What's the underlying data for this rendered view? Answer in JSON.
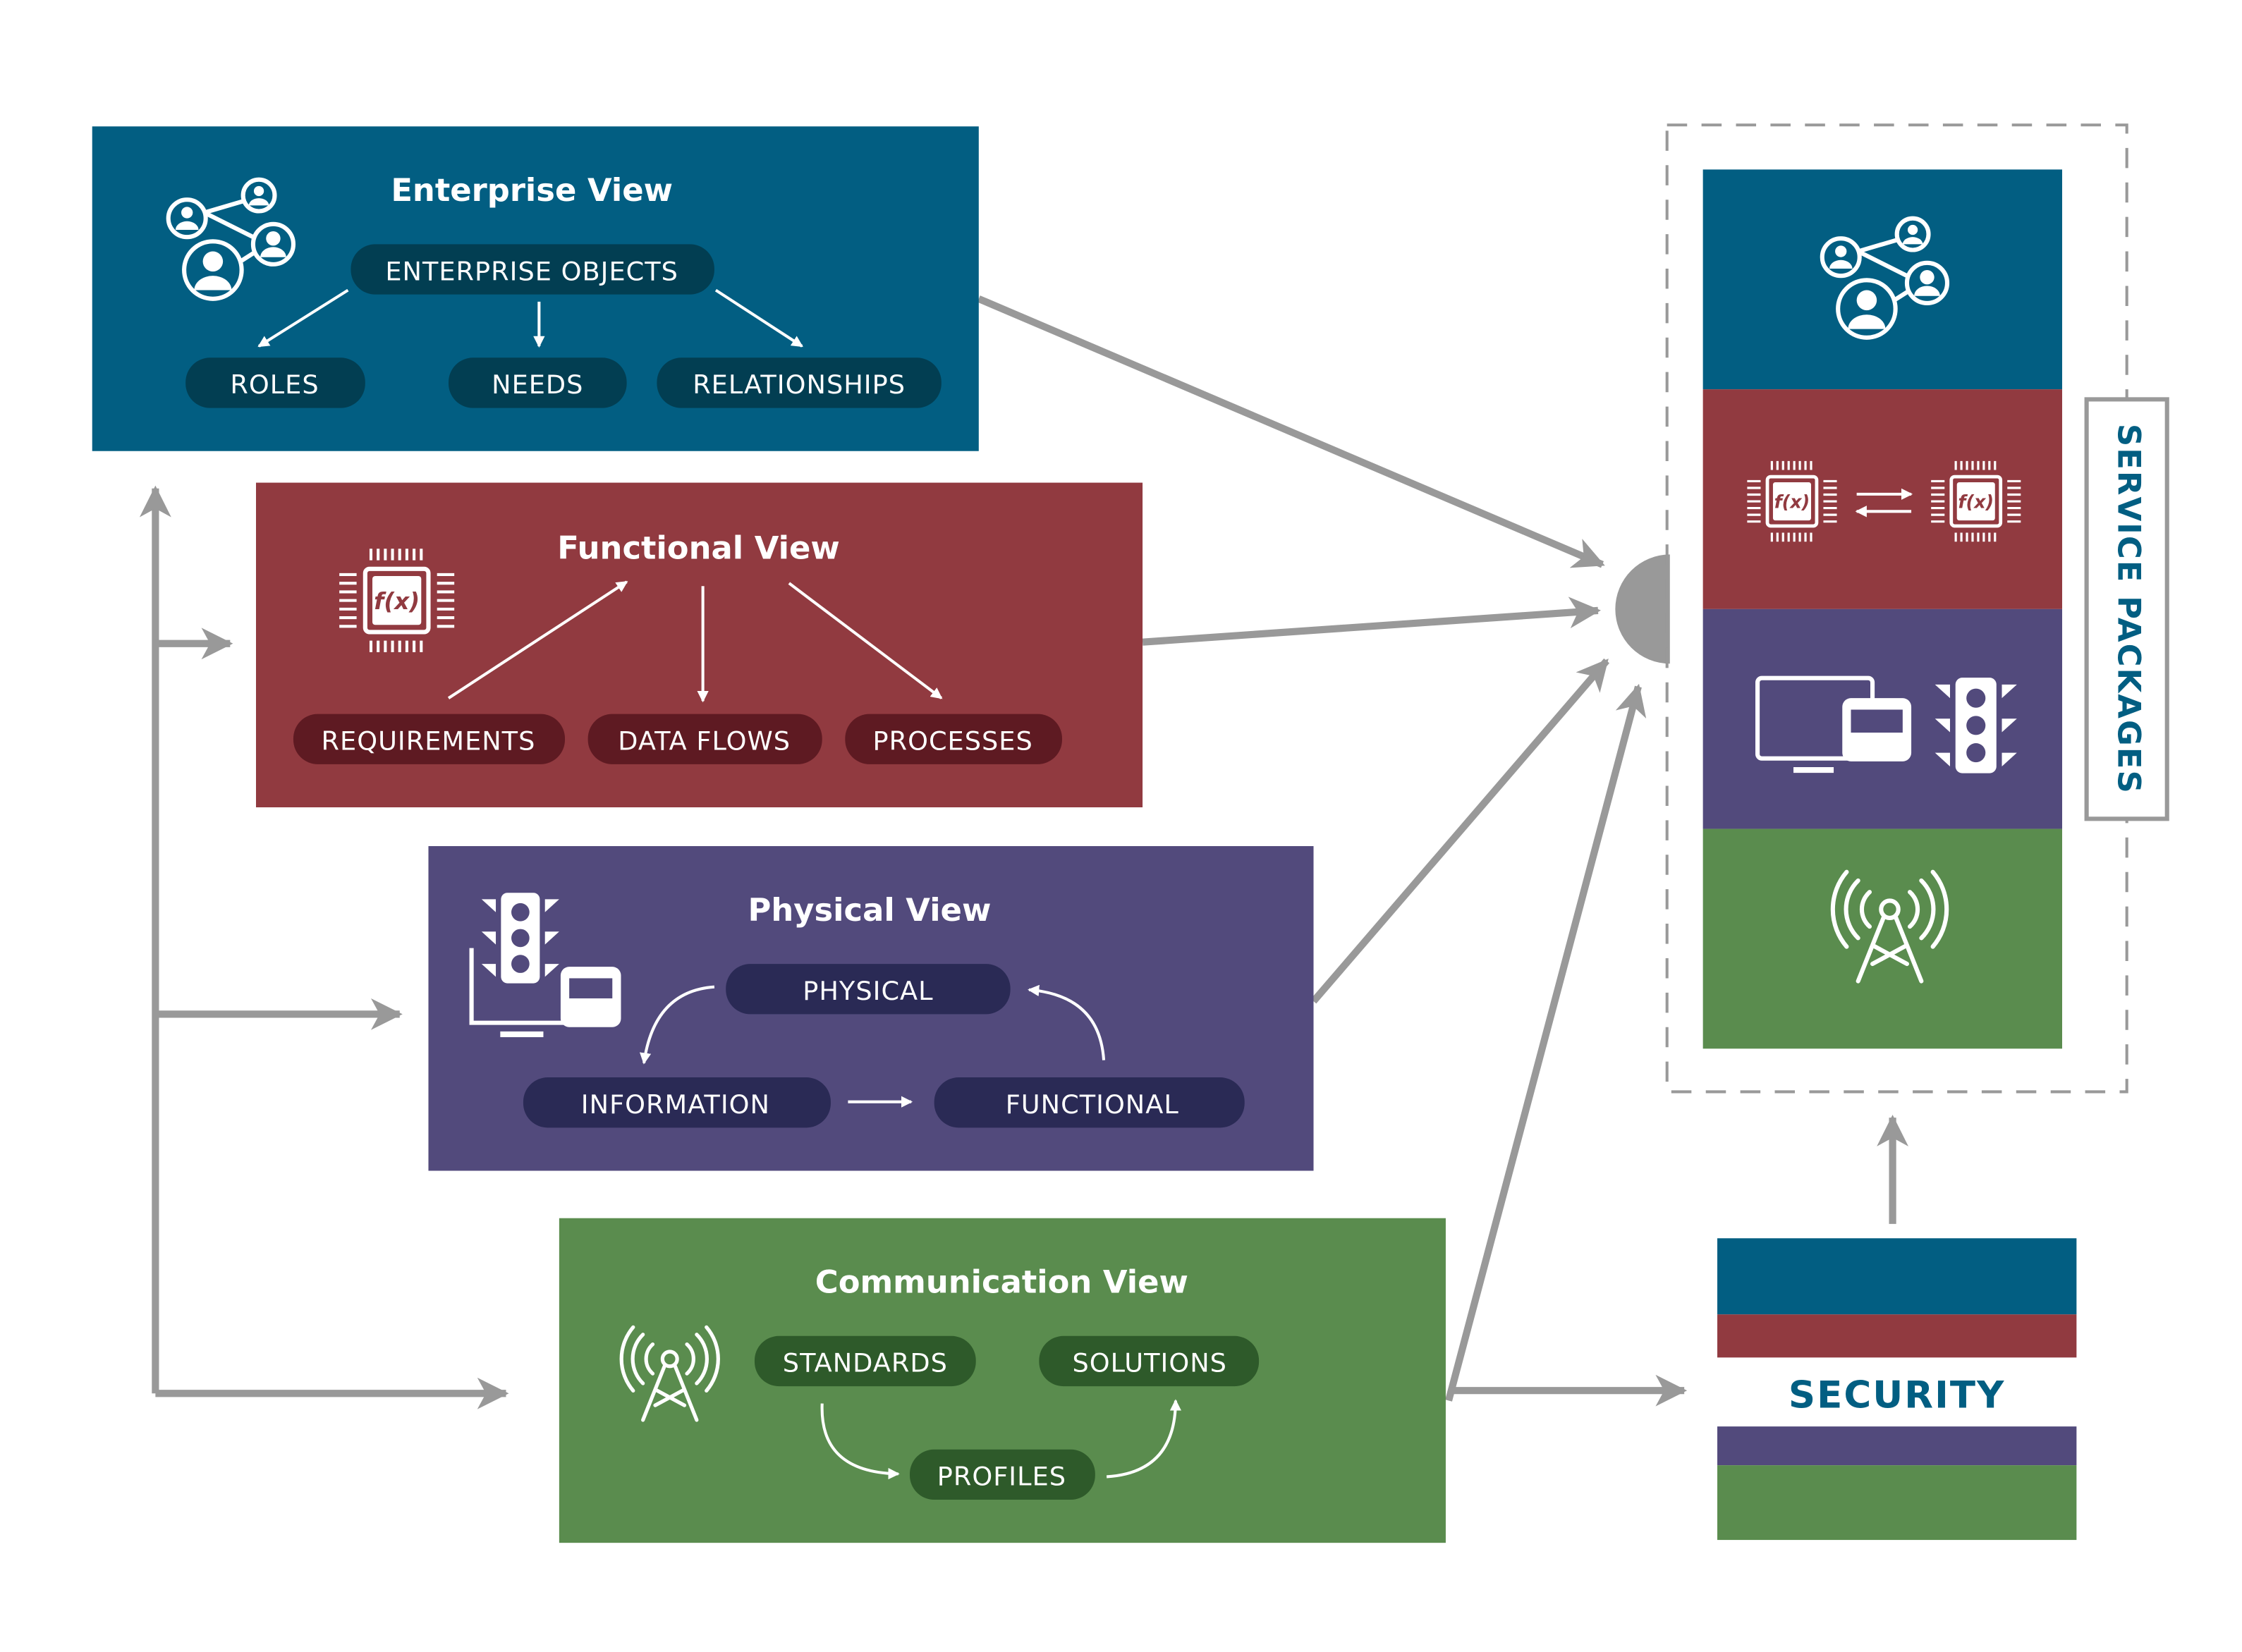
{
  "colors": {
    "enterprise": "#025e82",
    "functional": "#913a40",
    "physical": "#524a7c",
    "communication": "#5a8c4e",
    "arrow": "#999999",
    "label": "#025e82"
  },
  "enterprise": {
    "title": "Enterprise View",
    "objects": "ENTERPRISE OBJECTS",
    "items": [
      "ROLES",
      "NEEDS",
      "RELATIONSHIPS"
    ],
    "icon": "people-network-icon"
  },
  "functional": {
    "title": "Functional View",
    "items": [
      "REQUIREMENTS",
      "DATA FLOWS",
      "PROCESSES"
    ],
    "icon": "chip-fx-icon",
    "fx": "f(x)"
  },
  "physical": {
    "title": "Physical View",
    "items": [
      "PHYSICAL",
      "INFORMATION",
      "FUNCTIONAL"
    ],
    "icon": "traffic-light-monitor-bus-icon"
  },
  "communication": {
    "title": "Communication View",
    "items": [
      "STANDARDS",
      "SOLUTIONS",
      "PROFILES"
    ],
    "icon": "radio-tower-icon"
  },
  "service_packages": {
    "label": "SERVICE PACKAGES"
  },
  "security": {
    "label": "SECURITY"
  }
}
